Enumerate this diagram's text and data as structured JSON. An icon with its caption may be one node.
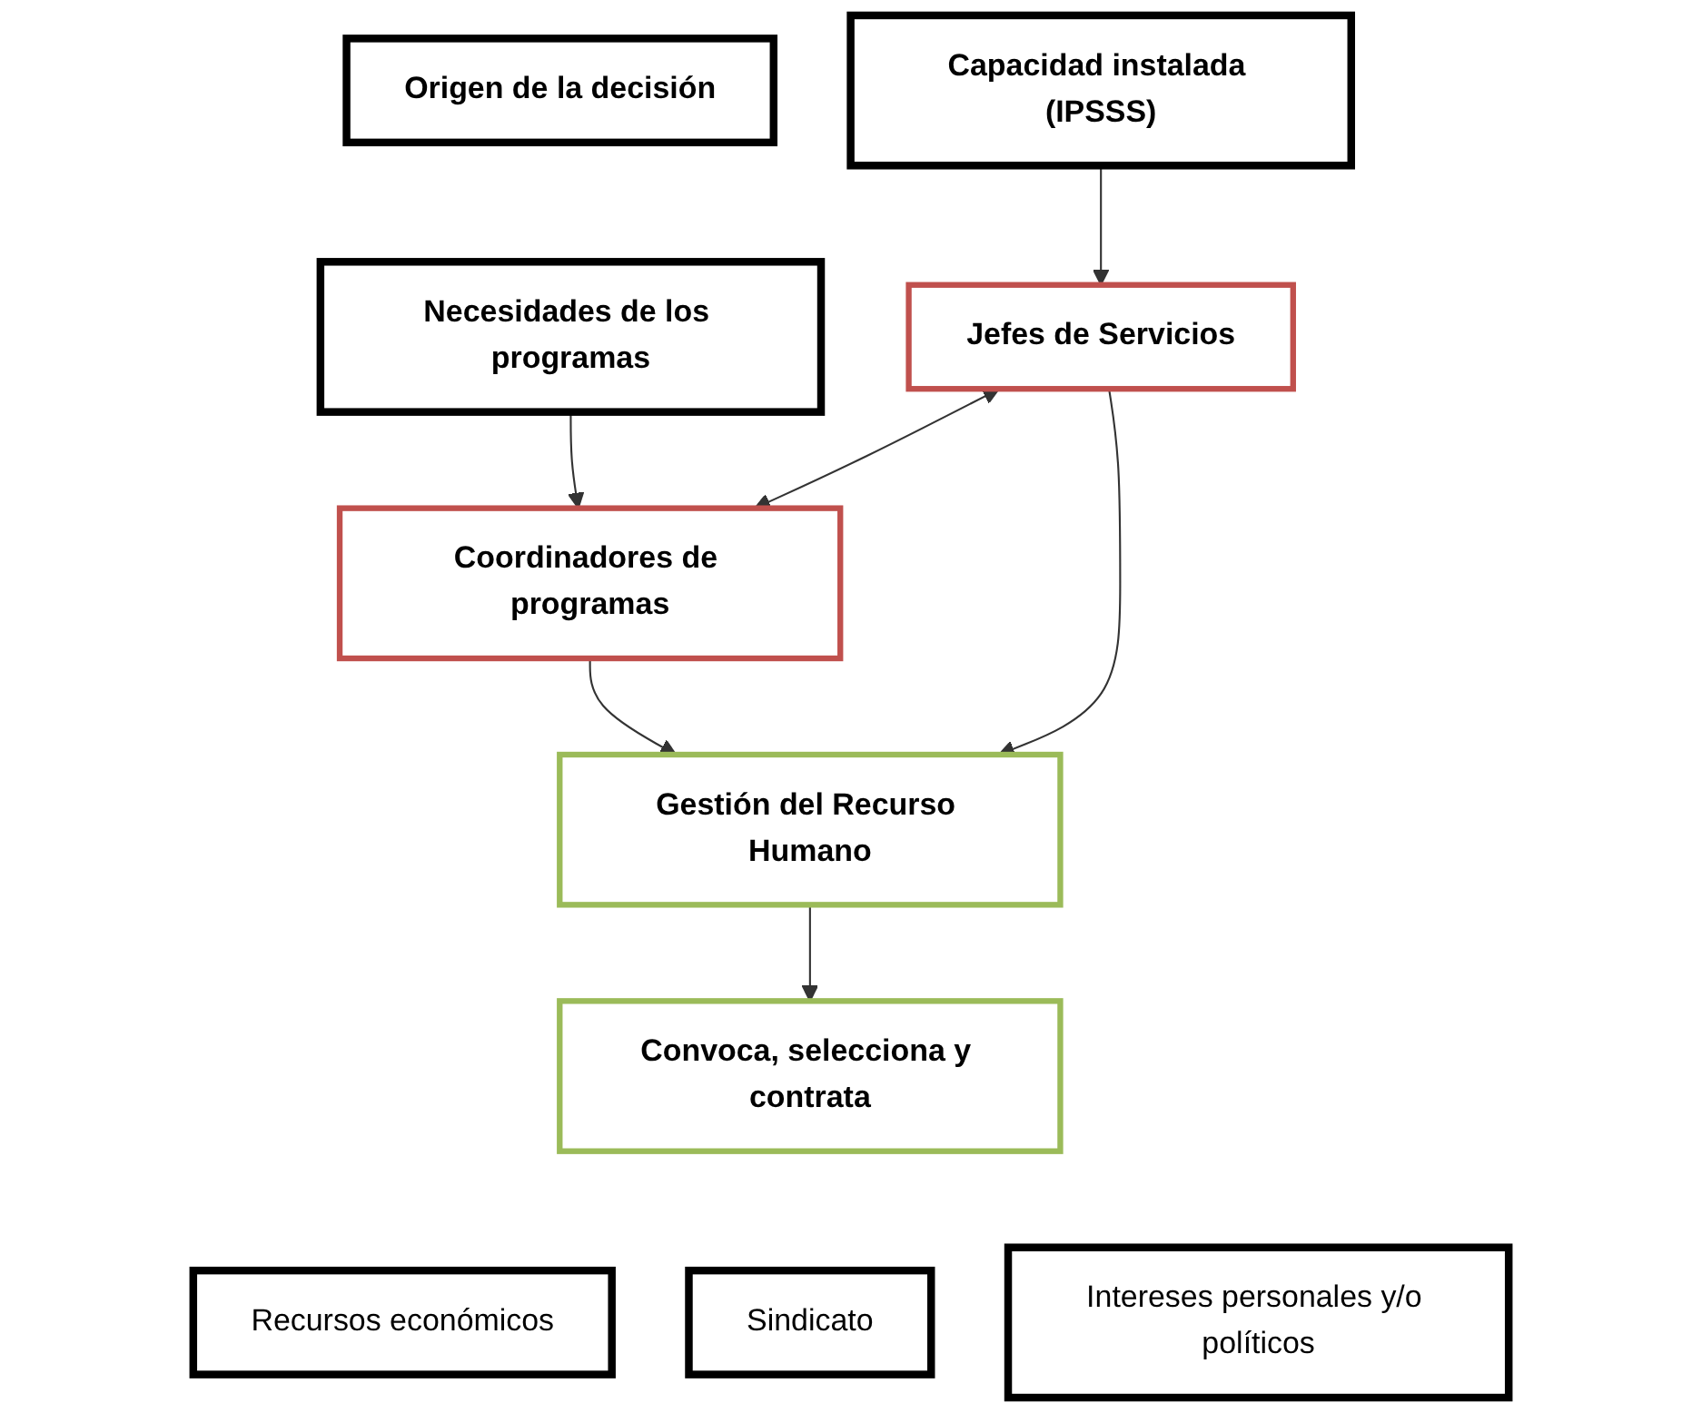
{
  "diagram": {
    "nodes": [
      {
        "text": [
          "Origen de la decisión"
        ]
      },
      {
        "text": [
          "Capacidad instalada (IPSSS)"
        ]
      },
      {
        "text": [
          "Necesidades de los programas"
        ]
      },
      {
        "text": [
          "Jefes de Servicios"
        ]
      },
      {
        "text": [
          "Coordinadores de programas"
        ]
      },
      {
        "text": [
          "Gestión del Recurso Humano"
        ]
      },
      {
        "text": [
          "Convoca, selecciona y contrata"
        ]
      },
      {
        "text": [
          "Recursos económicos"
        ]
      },
      {
        "text": [
          "Sindicato"
        ]
      },
      {
        "text": [
          "Intereses personales y/o políticos"
        ]
      }
    ],
    "edges": [
      {
        "from": 1,
        "to": 3,
        "arrow": "to"
      },
      {
        "from": 2,
        "to": 4,
        "arrow": "to"
      },
      {
        "from": 3,
        "to": 4,
        "arrow": "both"
      },
      {
        "from": 3,
        "to": 5,
        "arrow": "to"
      },
      {
        "from": 4,
        "to": 5,
        "arrow": "to"
      },
      {
        "from": 5,
        "to": 6,
        "arrow": "to"
      }
    ]
  }
}
